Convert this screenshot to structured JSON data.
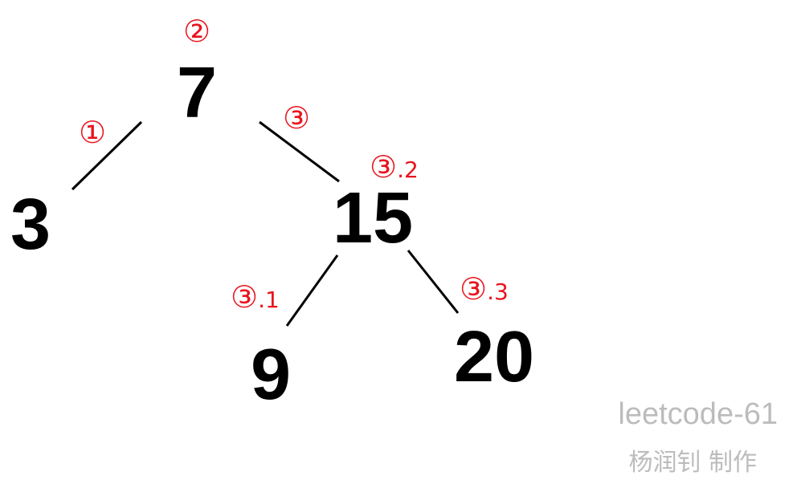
{
  "tree": {
    "nodes": {
      "root": "7",
      "left": "3",
      "right": "15",
      "right_left": "9",
      "right_right": "20"
    },
    "step_labels": {
      "left_edge": "①",
      "root": "②",
      "right_edge": "③",
      "right_left_edge": {
        "mark": "③",
        "suffix": ".1"
      },
      "right_node": {
        "mark": "③",
        "suffix": ".2"
      },
      "right_right_edge": {
        "mark": "③",
        "suffix": ".3"
      }
    }
  },
  "watermark": {
    "title": "leetcode-61",
    "author": "杨润钊 制作"
  },
  "colors": {
    "node_text": "#000000",
    "edge": "#000000",
    "step_label": "#e8141e",
    "watermark": "#bcbcbc"
  }
}
